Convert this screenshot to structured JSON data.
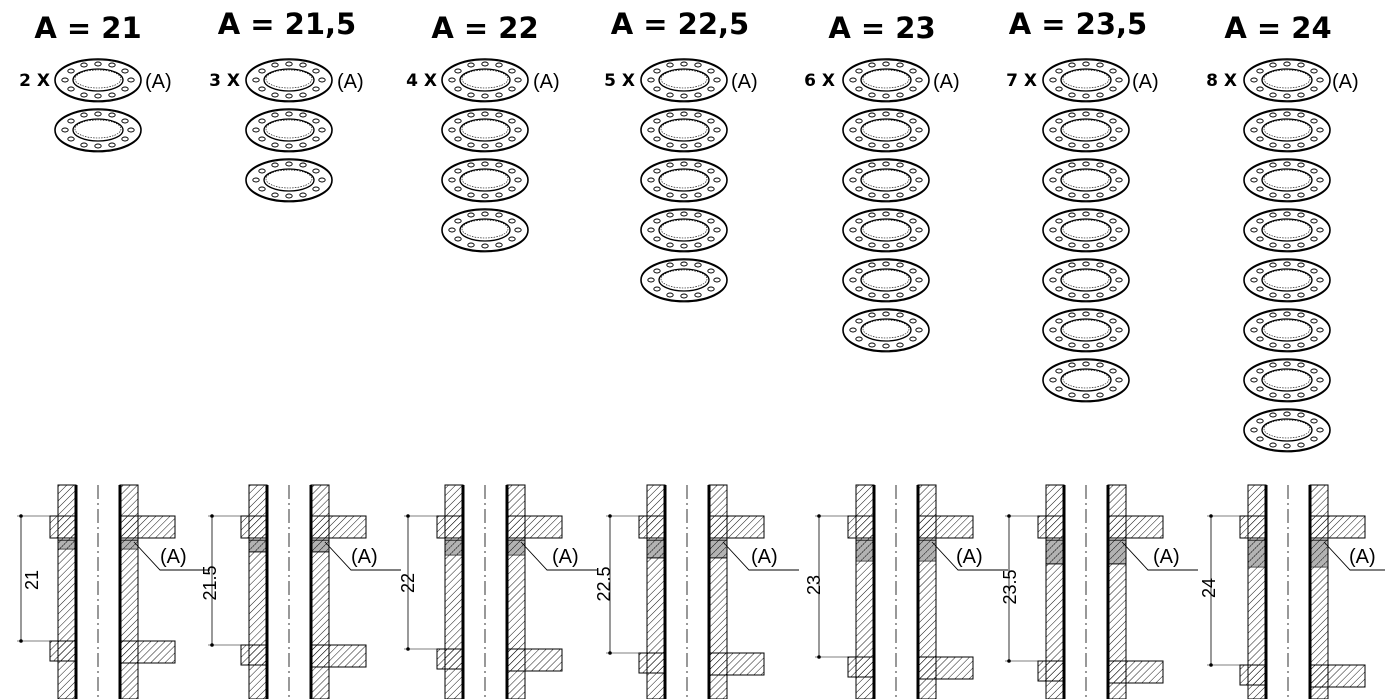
{
  "columns": [
    {
      "title": "A = 21",
      "multiplier": "2 X",
      "ref_label": "(A)",
      "washer_count": 2,
      "dimension": "21",
      "section_ref_label": "(A)"
    },
    {
      "title": "A = 21,5",
      "multiplier": "3 X",
      "ref_label": "(A)",
      "washer_count": 3,
      "dimension": "21.5",
      "section_ref_label": "(A)"
    },
    {
      "title": "A = 22",
      "multiplier": "4 X",
      "ref_label": "(A)",
      "washer_count": 4,
      "dimension": "22",
      "section_ref_label": "(A)"
    },
    {
      "title": "A = 22,5",
      "multiplier": "5 X",
      "ref_label": "(A)",
      "washer_count": 5,
      "dimension": "22.5",
      "section_ref_label": "(A)"
    },
    {
      "title": "A = 23",
      "multiplier": "6 X",
      "ref_label": "(A)",
      "washer_count": 6,
      "dimension": "23",
      "section_ref_label": "(A)"
    },
    {
      "title": "A = 23,5",
      "multiplier": "7 X",
      "ref_label": "(A)",
      "washer_count": 7,
      "dimension": "23.5",
      "section_ref_label": "(A)"
    },
    {
      "title": "A = 24",
      "multiplier": "8 X",
      "ref_label": "(A)",
      "washer_count": 8,
      "dimension": "24",
      "section_ref_label": "(A)"
    }
  ]
}
